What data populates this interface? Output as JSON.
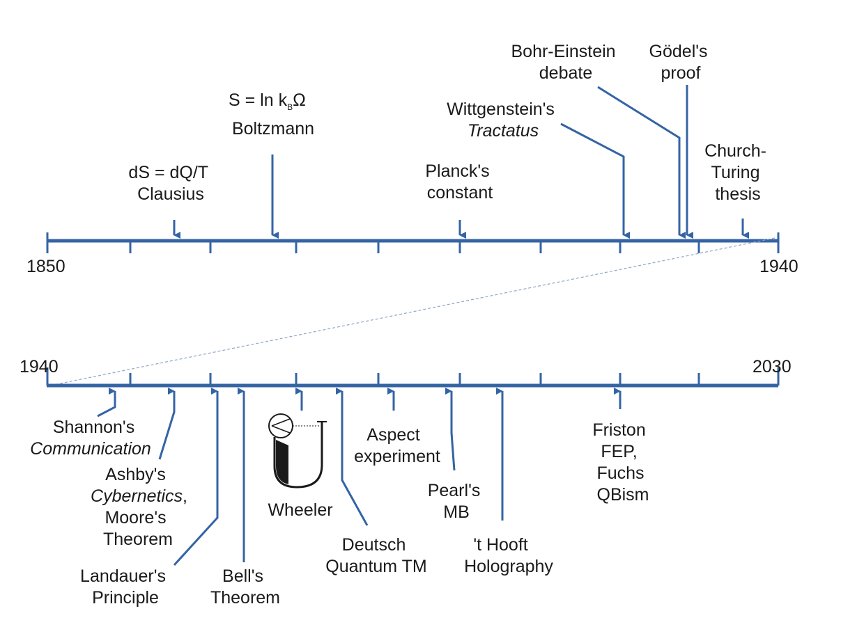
{
  "colors": {
    "axis": "#3464a4",
    "text": "#1a1a1a",
    "connector": "#8fa4c8"
  },
  "timeline_top": {
    "start_label": "1850",
    "end_label": "1940"
  },
  "timeline_bottom": {
    "start_label": "1940",
    "end_label": "2030"
  },
  "events_top": [
    {
      "id": "clausius",
      "lines": [
        "dS = dQ/T",
        "Clausius"
      ]
    },
    {
      "id": "boltzmann",
      "formula_main": "S = ln k",
      "formula_sub": "B",
      "formula_tail": "Ω",
      "name": "Boltzmann"
    },
    {
      "id": "planck",
      "lines": [
        "Planck's",
        "constant"
      ]
    },
    {
      "id": "wittgenstein",
      "lines": [
        "Wittgenstein's"
      ],
      "italic_line": "Tractatus"
    },
    {
      "id": "bohr-einstein",
      "lines": [
        "Bohr-Einstein",
        "debate"
      ]
    },
    {
      "id": "godel",
      "lines": [
        "Gödel's",
        "proof"
      ]
    },
    {
      "id": "church-turing",
      "lines": [
        "Church-",
        "Turing",
        "thesis"
      ]
    }
  ],
  "events_bottom": [
    {
      "id": "shannon",
      "lines": [
        "Shannon's"
      ],
      "italic_line": "Communication"
    },
    {
      "id": "ashby",
      "line1": "Ashby's",
      "italic_part": "Cybernetics",
      "italic_suffix": ",",
      "lines_after": [
        "Moore's",
        "Theorem"
      ]
    },
    {
      "id": "landauer",
      "lines": [
        "Landauer's",
        "Principle"
      ]
    },
    {
      "id": "bell",
      "lines": [
        "Bell's",
        "Theorem"
      ]
    },
    {
      "id": "wheeler",
      "lines": [
        "Wheeler"
      ]
    },
    {
      "id": "deutsch",
      "lines": [
        "Deutsch",
        "Quantum TM"
      ]
    },
    {
      "id": "aspect",
      "lines": [
        "Aspect",
        "experiment"
      ]
    },
    {
      "id": "pearl",
      "lines": [
        "Pearl's",
        "MB"
      ]
    },
    {
      "id": "thooft",
      "lines": [
        "'t Hooft",
        "Holography"
      ]
    },
    {
      "id": "friston",
      "lines": [
        "Friston",
        "FEP,",
        "Fuchs",
        "QBism"
      ]
    }
  ]
}
